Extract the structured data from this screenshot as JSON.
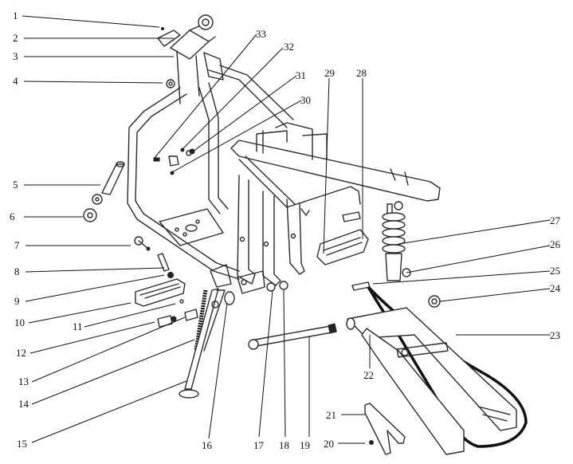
{
  "diagram": {
    "title": "Frame assembly exploded view",
    "callouts": [
      {
        "id": "1",
        "label": "1",
        "side": "left"
      },
      {
        "id": "2",
        "label": "2",
        "side": "left"
      },
      {
        "id": "3",
        "label": "3",
        "side": "left"
      },
      {
        "id": "4",
        "label": "4",
        "side": "left"
      },
      {
        "id": "5",
        "label": "5",
        "side": "left"
      },
      {
        "id": "6",
        "label": "6",
        "side": "left"
      },
      {
        "id": "7",
        "label": "7",
        "side": "left"
      },
      {
        "id": "8",
        "label": "8",
        "side": "left"
      },
      {
        "id": "9",
        "label": "9",
        "side": "left"
      },
      {
        "id": "10",
        "label": "10",
        "side": "left"
      },
      {
        "id": "11",
        "label": "11",
        "side": "left"
      },
      {
        "id": "12",
        "label": "12",
        "side": "left"
      },
      {
        "id": "13",
        "label": "13",
        "side": "left"
      },
      {
        "id": "14",
        "label": "14",
        "side": "left"
      },
      {
        "id": "15",
        "label": "15",
        "side": "left"
      },
      {
        "id": "16",
        "label": "16",
        "side": "bottom"
      },
      {
        "id": "17",
        "label": "17",
        "side": "bottom"
      },
      {
        "id": "18",
        "label": "18",
        "side": "bottom"
      },
      {
        "id": "19",
        "label": "19",
        "side": "bottom"
      },
      {
        "id": "20",
        "label": "20",
        "side": "bottom"
      },
      {
        "id": "21",
        "label": "21",
        "side": "bottom"
      },
      {
        "id": "22",
        "label": "22",
        "side": "bottom"
      },
      {
        "id": "23",
        "label": "23",
        "side": "right"
      },
      {
        "id": "24",
        "label": "24",
        "side": "right"
      },
      {
        "id": "25",
        "label": "25",
        "side": "right"
      },
      {
        "id": "26",
        "label": "26",
        "side": "right"
      },
      {
        "id": "27",
        "label": "27",
        "side": "right"
      },
      {
        "id": "28",
        "label": "28",
        "side": "top"
      },
      {
        "id": "29",
        "label": "29",
        "side": "top"
      },
      {
        "id": "30",
        "label": "30",
        "side": "top"
      },
      {
        "id": "31",
        "label": "31",
        "side": "top"
      },
      {
        "id": "32",
        "label": "32",
        "side": "top"
      },
      {
        "id": "33",
        "label": "33",
        "side": "top"
      }
    ]
  }
}
